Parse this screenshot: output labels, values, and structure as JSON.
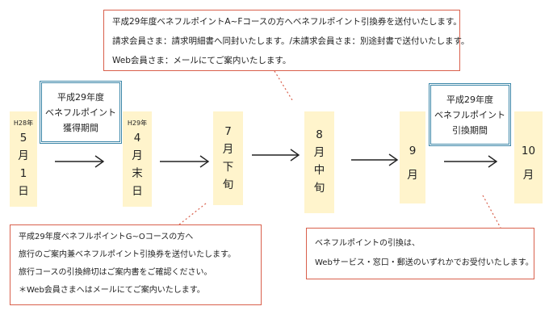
{
  "top_note": {
    "lines": [
      "平成29年度ベネフルポイントA~Fコースの方へベネフルポイント引換券を送付いたします。",
      "請求会員さま：請求明細書へ同封いたします。/未請求会員さま：別途封書で送付いたします。",
      "Web会員さま：メールにてご案内いたします。"
    ]
  },
  "acquisition_period": {
    "lines": [
      "平成29年度",
      "ベネフルポイント",
      "獲得期間"
    ]
  },
  "exchange_period": {
    "lines": [
      "平成29年度",
      "ベネフルポイント",
      "引換期間"
    ]
  },
  "timeline": [
    {
      "top": "H28年",
      "lines": [
        "5",
        "月",
        "1",
        "日"
      ]
    },
    {
      "top": "H29年",
      "lines": [
        "4",
        "月",
        "末",
        "日"
      ]
    },
    {
      "top": "",
      "lines": [
        "7",
        "月",
        "下",
        "旬"
      ]
    },
    {
      "top": "",
      "lines": [
        "8",
        "月",
        "中",
        "旬"
      ]
    },
    {
      "top": "",
      "lines": [
        "9",
        "月"
      ]
    },
    {
      "top": "",
      "lines": [
        "10",
        "月"
      ]
    }
  ],
  "bottom_left_note": {
    "lines": [
      "平成29年度ベネフルポイントG~Oコースの方へ",
      "旅行のご案内兼ベネフルポイント引換券を送付いたします。",
      "旅行コースの引換締切はご案内書をご確認ください。",
      "＊Web会員さまへはメールにてご案内いたします。"
    ]
  },
  "bottom_right_note": {
    "lines": [
      "ベネフルポイントの引換は、",
      "Webサービス・窓口・郵送のいずれかでお受付いたします。"
    ]
  },
  "colors": {
    "note_border": "#d9604c",
    "period_border": "#3b86a8",
    "column_fill": "#fff4cc",
    "arrow": "#222222"
  }
}
